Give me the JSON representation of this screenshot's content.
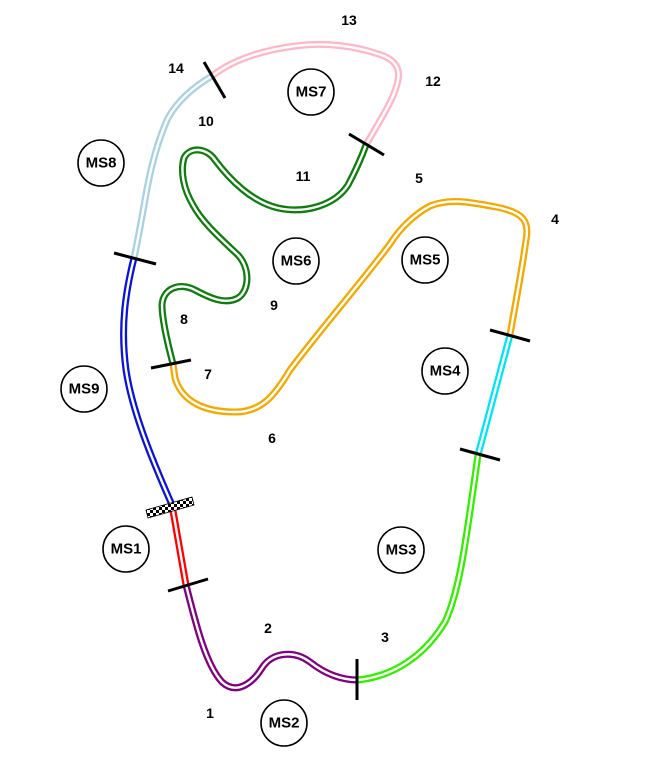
{
  "colors": {
    "MS1": "#ff0000",
    "MS2": "#800080",
    "MS3": "#33ee00",
    "MS4": "#00e5f5",
    "MS5": "#f5a800",
    "MS6": "#0e7d0e",
    "MS7": "#ffb6c8",
    "MS8": "#a8d2e2",
    "MS9": "#0a14d8"
  },
  "sectors": [
    {
      "id": "ms1",
      "label": "MS1"
    },
    {
      "id": "ms2",
      "label": "MS2"
    },
    {
      "id": "ms3",
      "label": "MS3"
    },
    {
      "id": "ms4",
      "label": "MS4"
    },
    {
      "id": "ms5",
      "label": "MS5"
    },
    {
      "id": "ms6",
      "label": "MS6"
    },
    {
      "id": "ms7",
      "label": "MS7"
    },
    {
      "id": "ms8",
      "label": "MS8"
    },
    {
      "id": "ms9",
      "label": "MS9"
    }
  ],
  "turns": [
    {
      "id": "t1",
      "label": "1"
    },
    {
      "id": "t2",
      "label": "2"
    },
    {
      "id": "t3",
      "label": "3"
    },
    {
      "id": "t4",
      "label": "4"
    },
    {
      "id": "t5",
      "label": "5"
    },
    {
      "id": "t6",
      "label": "6"
    },
    {
      "id": "t7",
      "label": "7"
    },
    {
      "id": "t8",
      "label": "8"
    },
    {
      "id": "t9",
      "label": "9"
    },
    {
      "id": "t10",
      "label": "10"
    },
    {
      "id": "t11",
      "label": "11"
    },
    {
      "id": "t12",
      "label": "12"
    },
    {
      "id": "t13",
      "label": "13"
    },
    {
      "id": "t14",
      "label": "14"
    }
  ]
}
